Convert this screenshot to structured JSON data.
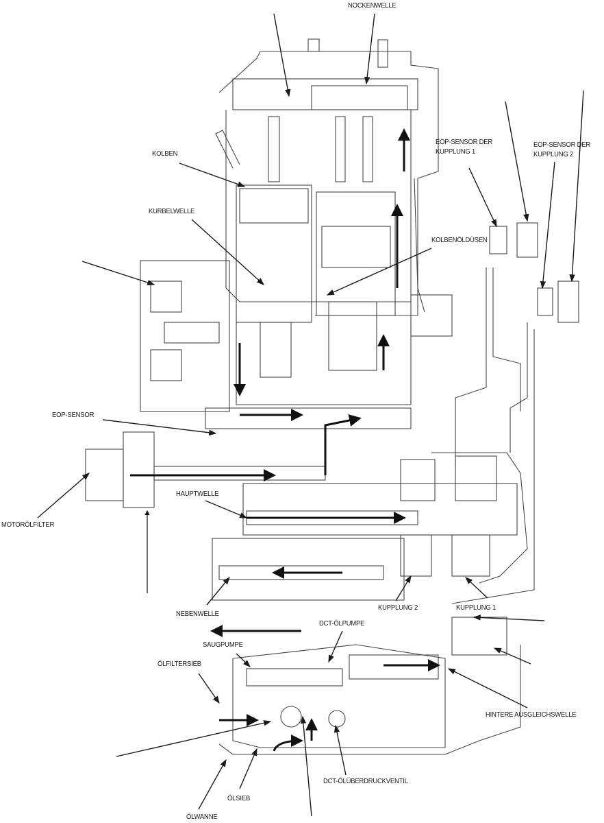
{
  "labels": {
    "nockenwelle": "NOCKENWELLE",
    "kolben": "KOLBEN",
    "kurbelwelle": "KURBELWELLE",
    "kolbenoelduesen": "KOLBENÖLDÜSEN",
    "eop_k1_line1": "EOP-SENSOR DER",
    "eop_k1_line2": "KUPPLUNG 1",
    "eop_k2_line1": "EOP-SENSOR DER",
    "eop_k2_line2": "KUPPLUNG 2",
    "eop_sensor": "EOP-SENSOR",
    "motoroelfilter": "MOTORÖLFILTER",
    "hauptwelle": "HAUPTWELLE",
    "nebenwelle": "NEBENWELLE",
    "kupplung2": "KUPPLUNG 2",
    "kupplung1": "KUPPLUNG 1",
    "dct_oelpumpe": "DCT-ÖLPUMPE",
    "saugpumpe": "SAUGPUMPE",
    "oelfiltersieb": "ÖLFILTERSIEB",
    "hintere_ausgleichswelle": "HINTERE AUSGLEICHSWELLE",
    "dct_oelueberdruckventil": "DCT-ÖLÜBERDRUCKVENTIL",
    "oelsieb": "ÖLSIEB",
    "oelwanne": "ÖLWANNE"
  },
  "colors": {
    "line": "#1a1a1a",
    "part": "#444444"
  }
}
